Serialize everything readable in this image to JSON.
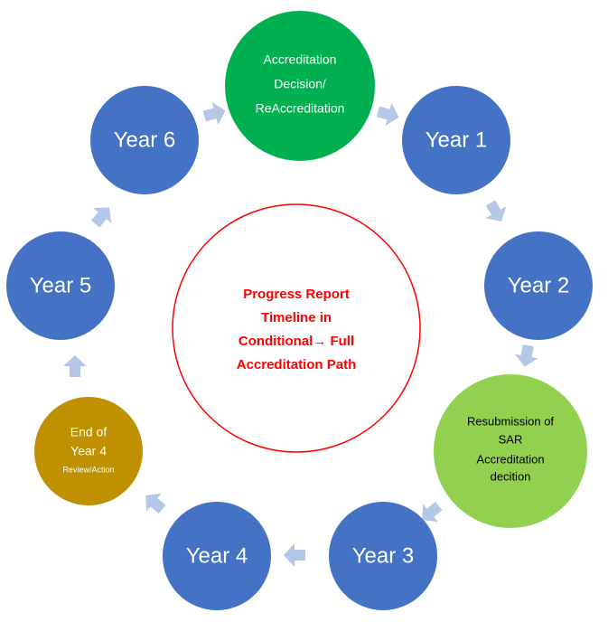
{
  "diagram": {
    "center_label": [
      "Progress Report",
      "Timeline in",
      "Conditional→ Full",
      "Accreditation Path"
    ],
    "nodes": [
      {
        "id": "accreditation-decision",
        "lines": [
          "Accreditation",
          "Decision/",
          "ReAccreditation"
        ],
        "color": "#00B050"
      },
      {
        "id": "year-1",
        "lines": [
          "Year 1"
        ],
        "color": "#4472C4"
      },
      {
        "id": "year-2",
        "lines": [
          "Year 2"
        ],
        "color": "#4472C4"
      },
      {
        "id": "resubmission",
        "lines": [
          "Resubmission of",
          "SAR",
          "Accreditation",
          "decition"
        ],
        "color": "#92D050"
      },
      {
        "id": "year-3",
        "lines": [
          "Year 3"
        ],
        "color": "#4472C4"
      },
      {
        "id": "year-4",
        "lines": [
          "Year 4"
        ],
        "color": "#4472C4"
      },
      {
        "id": "end-of-year-4",
        "lines": [
          "End of",
          "Year 4",
          "Review/Action"
        ],
        "color": "#BF9000"
      },
      {
        "id": "year-5",
        "lines": [
          "Year 5"
        ],
        "color": "#4472C4"
      },
      {
        "id": "year-6",
        "lines": [
          "Year 6"
        ],
        "color": "#4472C4"
      }
    ],
    "colors": {
      "year_blue": "#4472C4",
      "decision_green": "#00B050",
      "resubmission_green": "#92D050",
      "review_gold": "#BF9000",
      "center_text_red": "#FF0000",
      "center_ring_red": "#FF0000",
      "arrow_fill": "#B4C7E7",
      "node_text": "#FFFFFF",
      "resubmission_text": "#000000"
    }
  }
}
